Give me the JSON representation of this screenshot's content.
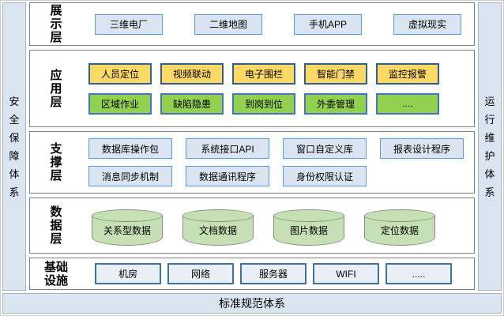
{
  "frame": {
    "left_strip": "安全保障体系",
    "right_strip": "运行维护体系",
    "bottom_strip": "标准规范体系"
  },
  "colors": {
    "strip_bg": "#dbe5f1",
    "layer_border": "#7f7f7f",
    "blue_box_bg": "#dbe5f1",
    "blue_box_border": "#5b9bd5",
    "yellow_box_bg": "#ffd966",
    "yellow_box_border": "#31608f",
    "green_box_bg": "#92d050",
    "green_box_border": "#4472c4",
    "cylinder_bg": "#c6e0b4",
    "cylinder_border": "#858c85",
    "infra_box_bg": "#e9eff7",
    "infra_box_border": "#41719c"
  },
  "layers": [
    {
      "id": "presentation",
      "label": "展示层",
      "label_lines": [
        "展",
        "示",
        "层"
      ],
      "rows": [
        {
          "style": "blue",
          "items": [
            "三维电厂",
            "二维地图",
            "手机APP",
            "虚拟现实"
          ]
        }
      ]
    },
    {
      "id": "application",
      "label": "应用层",
      "label_lines": [
        "应",
        "用",
        "层"
      ],
      "rows": [
        {
          "style": "yellow",
          "items": [
            "人员定位",
            "视频联动",
            "电子围栏",
            "智能门禁",
            "监控报警"
          ]
        },
        {
          "style": "green",
          "items": [
            "区域作业",
            "缺陷隐患",
            "到岗到位",
            "外委管理",
            "...."
          ]
        }
      ]
    },
    {
      "id": "support",
      "label": "支撑层",
      "label_lines": [
        "支",
        "撑",
        "层"
      ],
      "rows": [
        {
          "style": "support",
          "items": [
            "数据库操作包",
            "系统接口API",
            "窗口自定义库",
            "报表设计程序"
          ]
        },
        {
          "style": "support",
          "items": [
            "消息同步机制",
            "数据通讯程序",
            "身份权限认证"
          ]
        }
      ]
    },
    {
      "id": "data",
      "label": "数据层",
      "label_lines": [
        "数",
        "据",
        "层"
      ],
      "rows": [
        {
          "style": "cylinder",
          "items": [
            "关系型数据",
            "文档数据",
            "图片数据",
            "定位数据"
          ]
        }
      ]
    },
    {
      "id": "infrastructure",
      "label": "基础设施",
      "label_lines": [
        "基础",
        "设施"
      ],
      "rows": [
        {
          "style": "infra",
          "items": [
            "机房",
            "网络",
            "服务器",
            "WIFI",
            "....."
          ]
        }
      ]
    }
  ]
}
